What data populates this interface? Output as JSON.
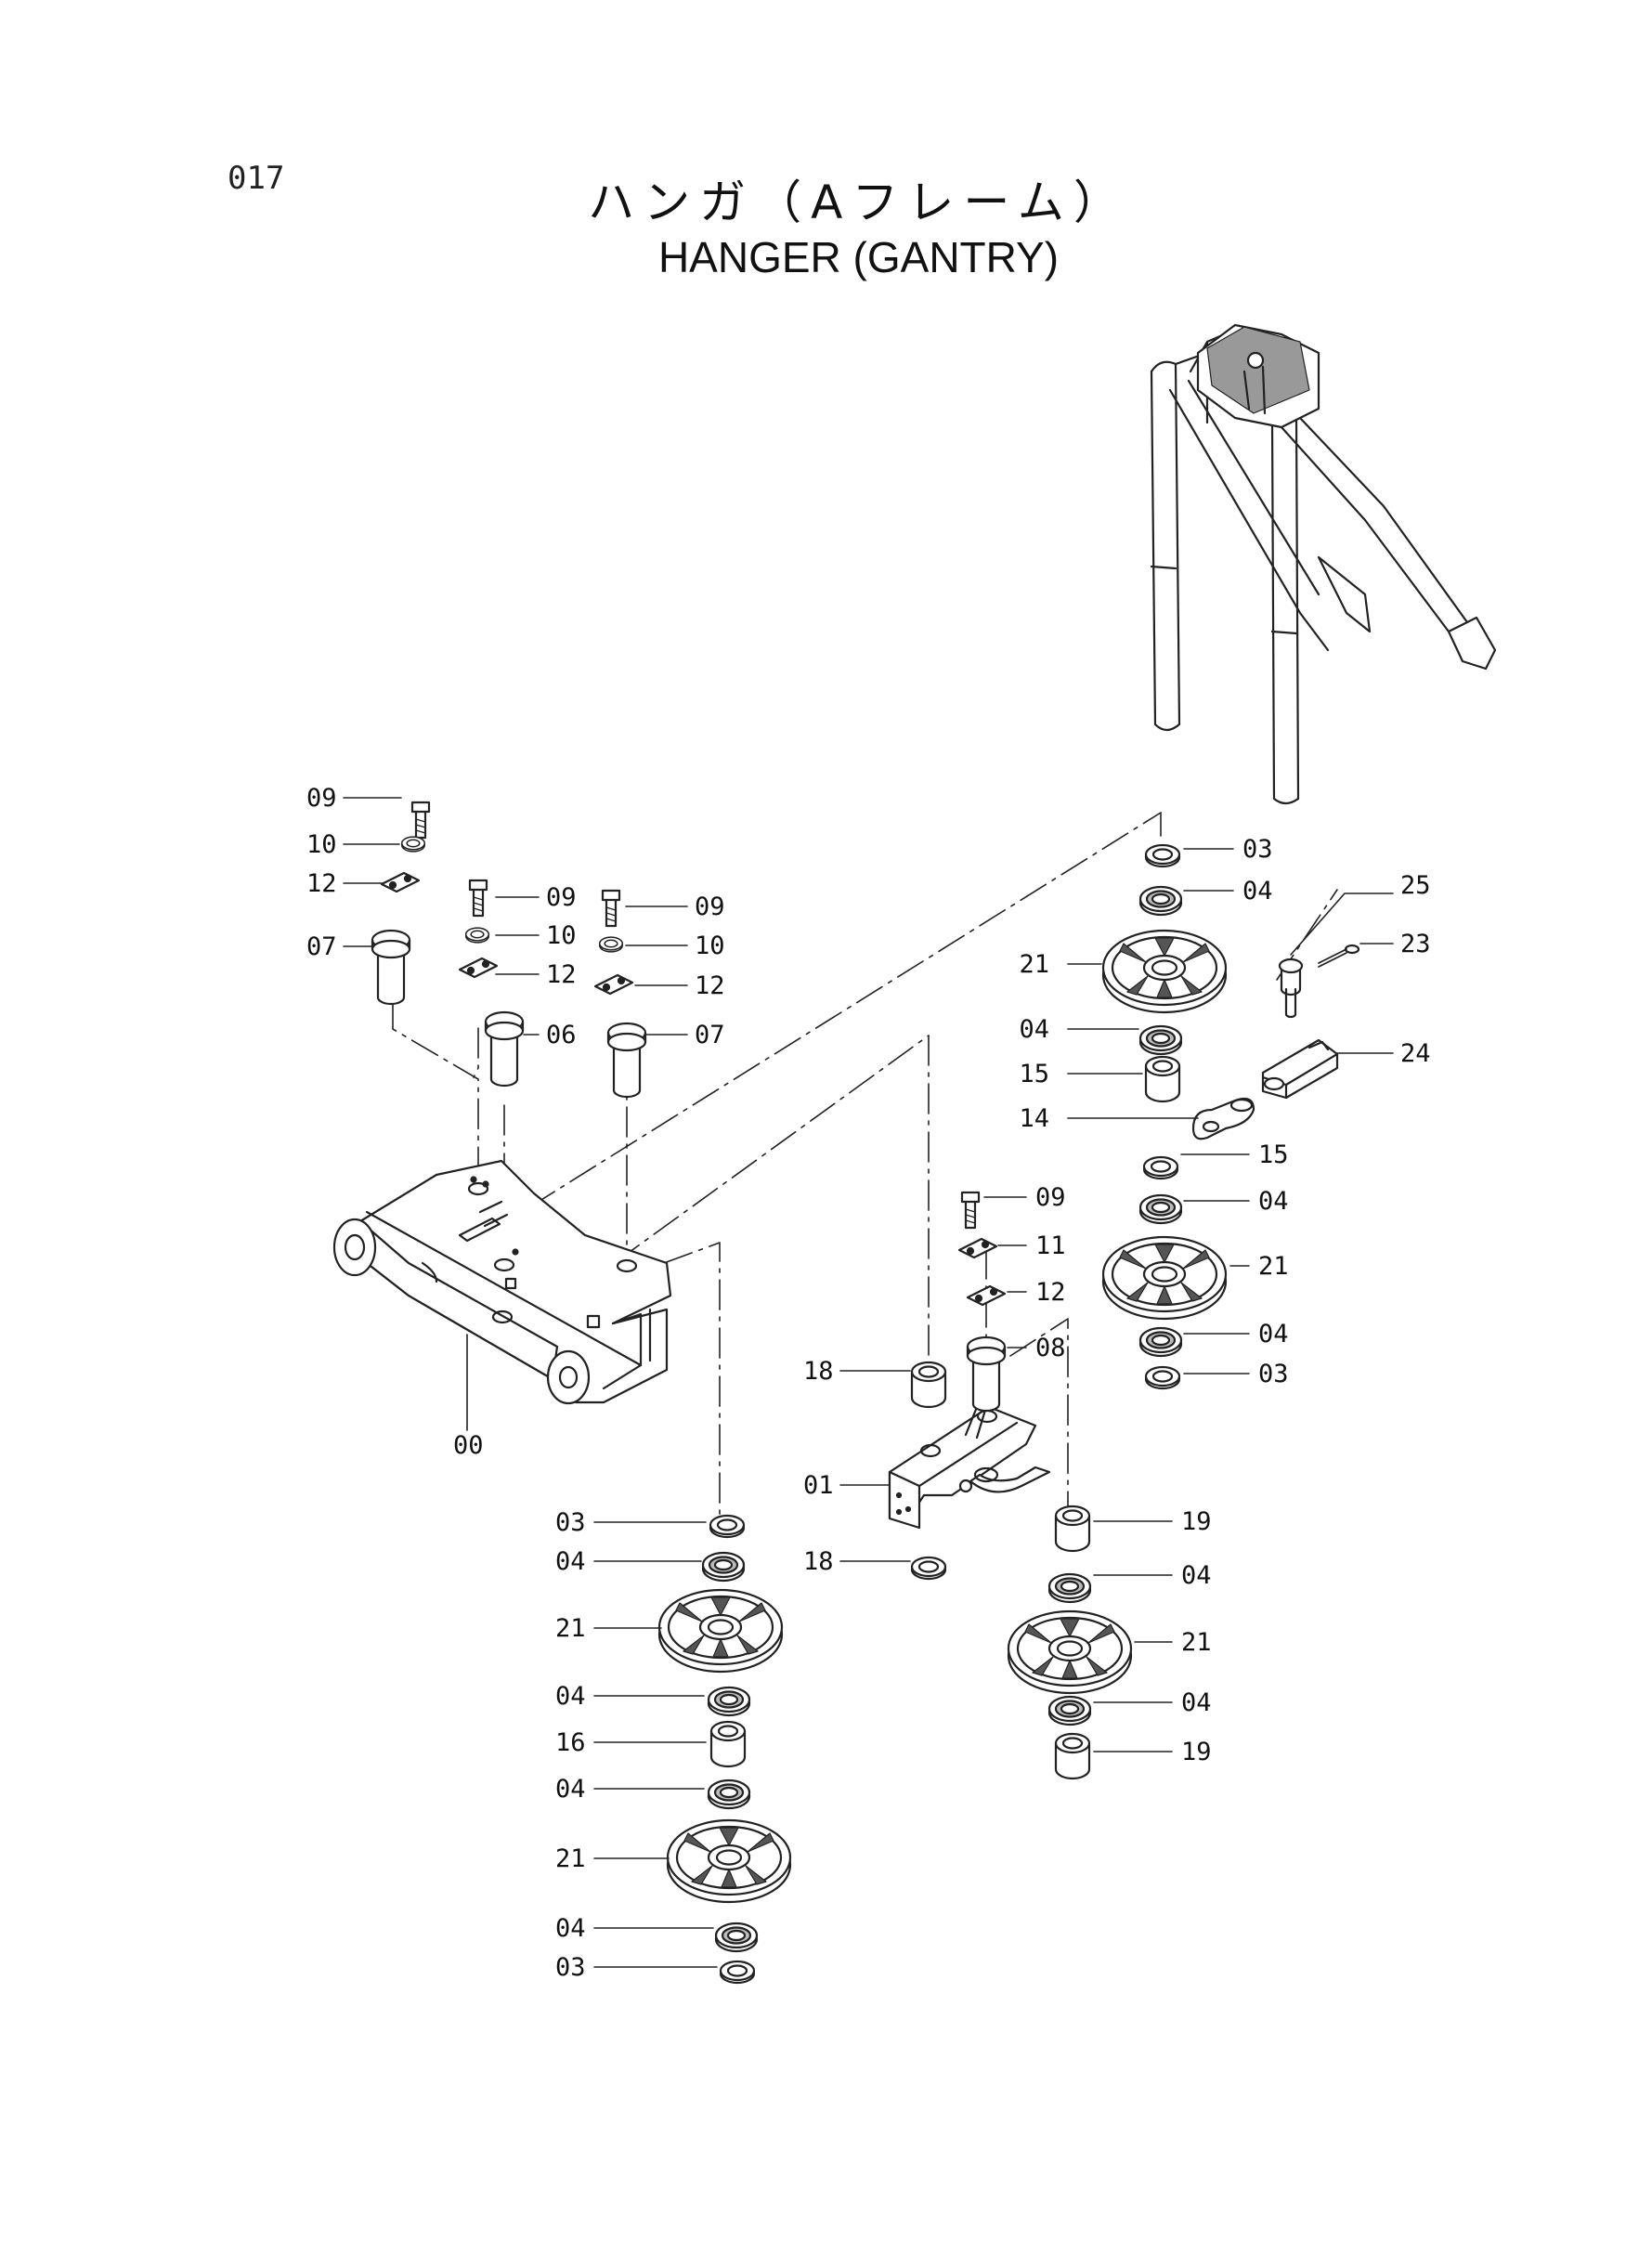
{
  "page_number": "017",
  "title_jp": "ハンガ（Aフレーム）",
  "title_en": "HANGER (GANTRY)",
  "callouts": [
    {
      "id": "c09a",
      "label": "09"
    },
    {
      "id": "c10a",
      "label": "10"
    },
    {
      "id": "c12a",
      "label": "12"
    },
    {
      "id": "c07a",
      "label": "07"
    },
    {
      "id": "c09b",
      "label": "09"
    },
    {
      "id": "c10b",
      "label": "10"
    },
    {
      "id": "c12b",
      "label": "12"
    },
    {
      "id": "c06",
      "label": "06"
    },
    {
      "id": "c09c",
      "label": "09"
    },
    {
      "id": "c10c",
      "label": "10"
    },
    {
      "id": "c12c",
      "label": "12"
    },
    {
      "id": "c07b",
      "label": "07"
    },
    {
      "id": "c00",
      "label": "00"
    },
    {
      "id": "c03a",
      "label": "03"
    },
    {
      "id": "c04a",
      "label": "04"
    },
    {
      "id": "c21a",
      "label": "21"
    },
    {
      "id": "c04b",
      "label": "04"
    },
    {
      "id": "c16",
      "label": "16"
    },
    {
      "id": "c04c",
      "label": "04"
    },
    {
      "id": "c21b",
      "label": "21"
    },
    {
      "id": "c04d",
      "label": "04"
    },
    {
      "id": "c03b",
      "label": "03"
    },
    {
      "id": "c09d",
      "label": "09"
    },
    {
      "id": "c11",
      "label": "11"
    },
    {
      "id": "c12d",
      "label": "12"
    },
    {
      "id": "c08",
      "label": "08"
    },
    {
      "id": "c18a",
      "label": "18"
    },
    {
      "id": "c01",
      "label": "01"
    },
    {
      "id": "c18b",
      "label": "18"
    },
    {
      "id": "c19a",
      "label": "19"
    },
    {
      "id": "c04e",
      "label": "04"
    },
    {
      "id": "c21c",
      "label": "21"
    },
    {
      "id": "c04f",
      "label": "04"
    },
    {
      "id": "c19b",
      "label": "19"
    },
    {
      "id": "c03c",
      "label": "03"
    },
    {
      "id": "c04g",
      "label": "04"
    },
    {
      "id": "c21d",
      "label": "21"
    },
    {
      "id": "c04h",
      "label": "04"
    },
    {
      "id": "c15a",
      "label": "15"
    },
    {
      "id": "c14",
      "label": "14"
    },
    {
      "id": "c15b",
      "label": "15"
    },
    {
      "id": "c04i",
      "label": "04"
    },
    {
      "id": "c21e",
      "label": "21"
    },
    {
      "id": "c04j",
      "label": "04"
    },
    {
      "id": "c03d",
      "label": "03"
    },
    {
      "id": "c25",
      "label": "25"
    },
    {
      "id": "c23",
      "label": "23"
    },
    {
      "id": "c24",
      "label": "24"
    }
  ]
}
